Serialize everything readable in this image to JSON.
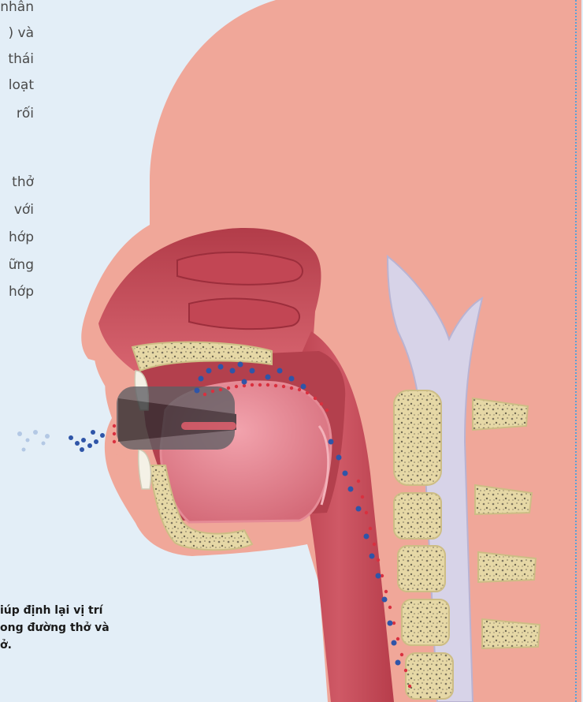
{
  "body_text": {
    "lines": [
      "nhân",
      ") và",
      "thái",
      "loạt",
      "rối",
      "thở",
      "với",
      "hớp",
      "ững",
      "hớp"
    ]
  },
  "caption": {
    "lines": [
      "iúp định lại vị trí",
      "ong đường thở và",
      "ở."
    ]
  },
  "colors": {
    "background": "#e3eef7",
    "skin": "#f0a799",
    "airway": "#c9515e",
    "bone": "#e6d8a6",
    "spine_tube": "#d7d3e8",
    "particles": "#2f55a8",
    "dots": "#d9303f",
    "border": "#5aa0d6"
  }
}
